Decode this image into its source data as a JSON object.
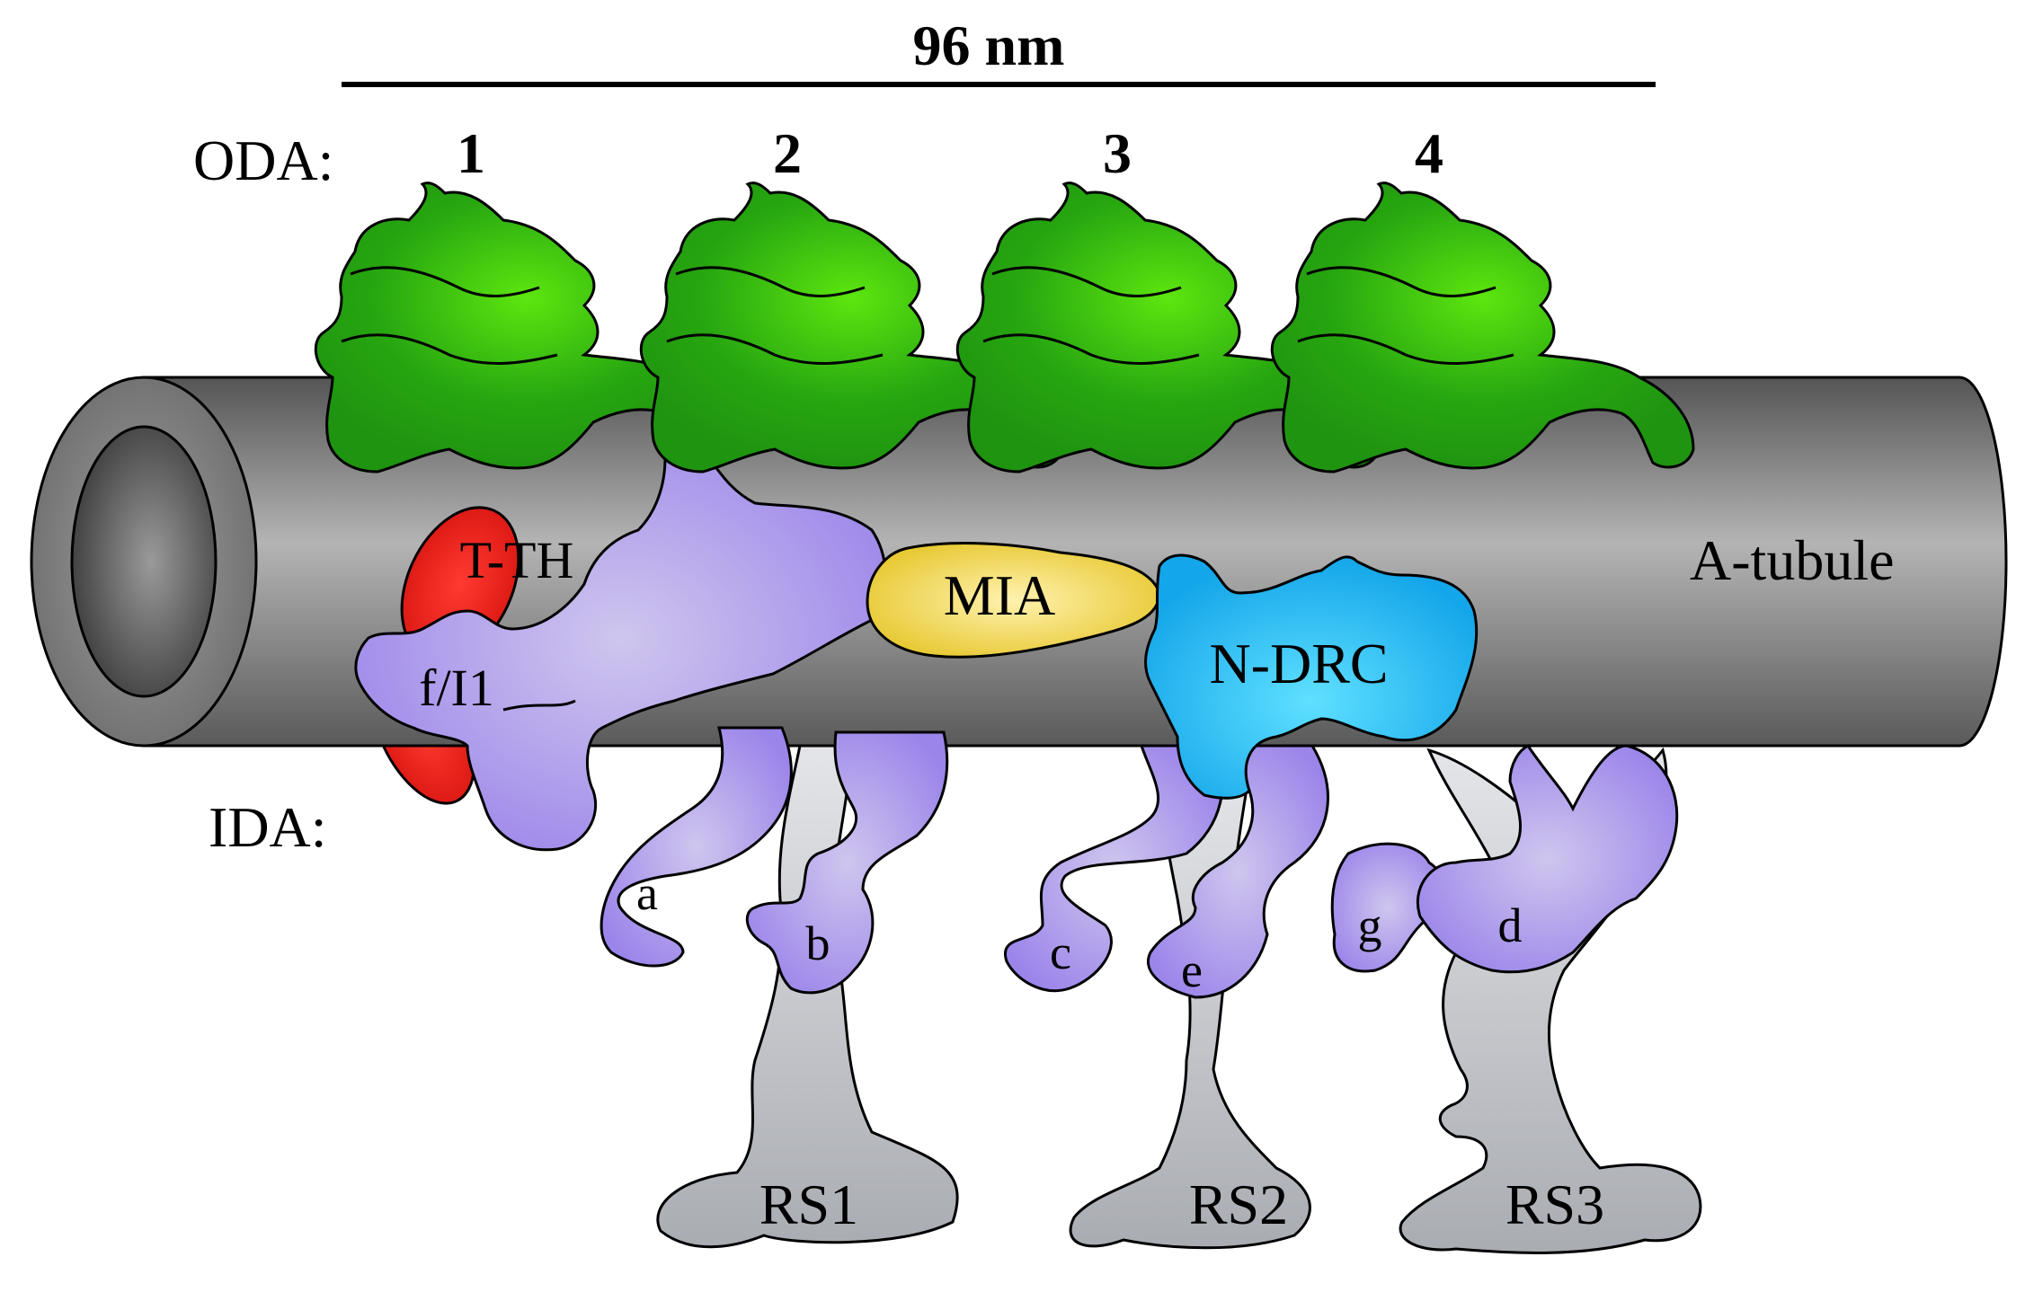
{
  "scale_bar": {
    "label": "96 nm"
  },
  "oda": {
    "heading": "ODA:",
    "numbers": [
      "1",
      "2",
      "3",
      "4"
    ],
    "color": "#2ea80f"
  },
  "ida": {
    "heading": "IDA:",
    "color": "#a18ceb",
    "labels": {
      "f_i1": "f/I1",
      "a": "a",
      "b": "b",
      "c": "c",
      "e": "e",
      "g": "g",
      "d": "d"
    }
  },
  "t_th": {
    "label": "T-TH",
    "color": "#e8201c"
  },
  "mia": {
    "label": "MIA",
    "color": "#e8c82e"
  },
  "n_drc": {
    "label": "N-DRC",
    "color": "#17a9ec"
  },
  "tubule": {
    "label": "A-tubule",
    "color": "#8e8e8e"
  },
  "radial_spokes": {
    "labels": [
      "RS1",
      "RS2",
      "RS3"
    ],
    "color": "#b6b9bf"
  }
}
